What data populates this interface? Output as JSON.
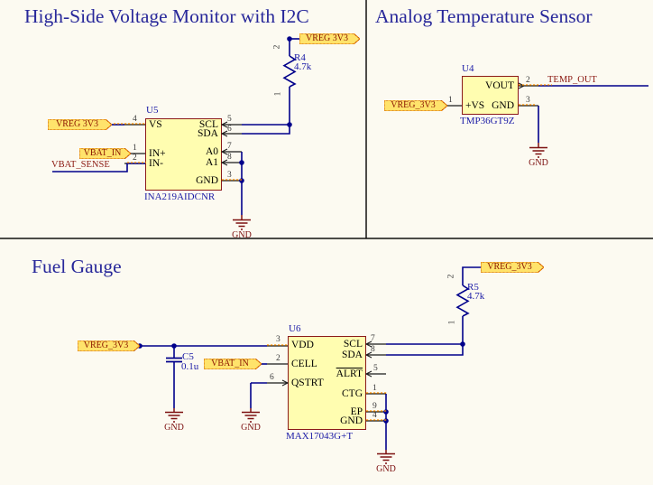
{
  "titles": {
    "voltage_monitor": "High-Side Voltage Monitor with I2C",
    "temp_sensor": "Analog Temperature Sensor",
    "fuel_gauge": "Fuel Gauge"
  },
  "components": {
    "u5": {
      "designator": "U5",
      "part": "INA219AIDCNR",
      "pins": {
        "vs": {
          "name": "VS",
          "number": "4"
        },
        "in_plus": {
          "name": "IN+",
          "number": "1"
        },
        "in_minus": {
          "name": "IN-",
          "number": "2"
        },
        "scl": {
          "name": "SCL",
          "number": "5"
        },
        "sda": {
          "name": "SDA",
          "number": "6"
        },
        "a0": {
          "name": "A0",
          "number": "7"
        },
        "a1": {
          "name": "A1",
          "number": "8"
        },
        "gnd": {
          "name": "GND",
          "number": "3"
        }
      }
    },
    "u4": {
      "designator": "U4",
      "part": "TMP36GT9Z",
      "pins": {
        "vout": {
          "name": "VOUT",
          "number": "2"
        },
        "vs": {
          "name": "+VS",
          "number": "1"
        },
        "gnd": {
          "name": "GND",
          "number": "3"
        }
      }
    },
    "u6": {
      "designator": "U6",
      "part": "MAX17043G+T",
      "pins": {
        "vdd": {
          "name": "VDD",
          "number": "3"
        },
        "cell": {
          "name": "CELL",
          "number": "2"
        },
        "qstrt": {
          "name": "QSTRT",
          "number": "6"
        },
        "scl": {
          "name": "SCL",
          "number": "7"
        },
        "sda": {
          "name": "SDA",
          "number": "8"
        },
        "alrt": {
          "name": "ALRT",
          "number": "5"
        },
        "ctg": {
          "name": "CTG",
          "number": "1"
        },
        "ep": {
          "name": "EP",
          "number": "9"
        },
        "gnd": {
          "name": "GND",
          "number": "4"
        }
      }
    },
    "r4": {
      "designator": "R4",
      "value": "4.7k",
      "pin_top": "2",
      "pin_bottom": "1"
    },
    "r5": {
      "designator": "R5",
      "value": "4.7k",
      "pin_top": "2",
      "pin_bottom": "1"
    },
    "c5": {
      "designator": "C5",
      "value": "0.1u"
    }
  },
  "ports": {
    "vreg_u5": "VREG 3V3",
    "vreg_r4": "VREG 3V3",
    "vbat_in_u5": "VBAT_IN",
    "vreg_u4": "VREG_3V3",
    "vreg_fg": "VREG_3V3",
    "vbat_in_fg": "VBAT_IN",
    "vreg_r5": "VREG_3V3"
  },
  "net_labels": {
    "vbat_sense": "VBAT_SENSE",
    "temp_out": "TEMP_OUT",
    "gnd": "GND"
  },
  "colors": {
    "wire": "#00008B",
    "pin": "#1A1A1A",
    "component_fill": "#FFFDB0",
    "component_border": "#8B1A1A",
    "port_fill": "#FFE36B",
    "port_border": "#B34700",
    "mask_orange": "#FF9100",
    "net_label": "#8C1A12",
    "designator": "#1A1AA6",
    "title": "#28289A",
    "ground": "#7C1010"
  }
}
